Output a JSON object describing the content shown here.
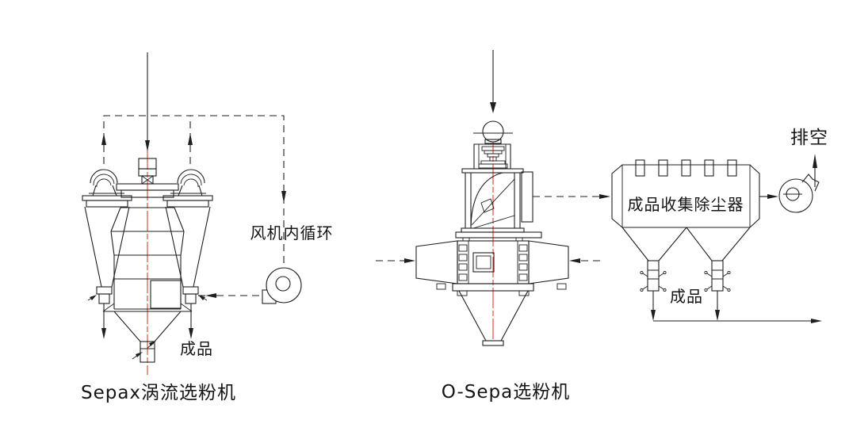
{
  "colors": {
    "background": "#ffffff",
    "line": "#1f1f1f",
    "centerline": "#e03a2f"
  },
  "sepax": {
    "title": "Sepax涡流选粉机",
    "fan_loop_label": "风机内循环",
    "product_label": "成品"
  },
  "osepa": {
    "title": "O-Sepa选粉机"
  },
  "dust_collector": {
    "label": "成品收集除尘器",
    "product_label": "成品",
    "exhaust_label": "排空"
  }
}
